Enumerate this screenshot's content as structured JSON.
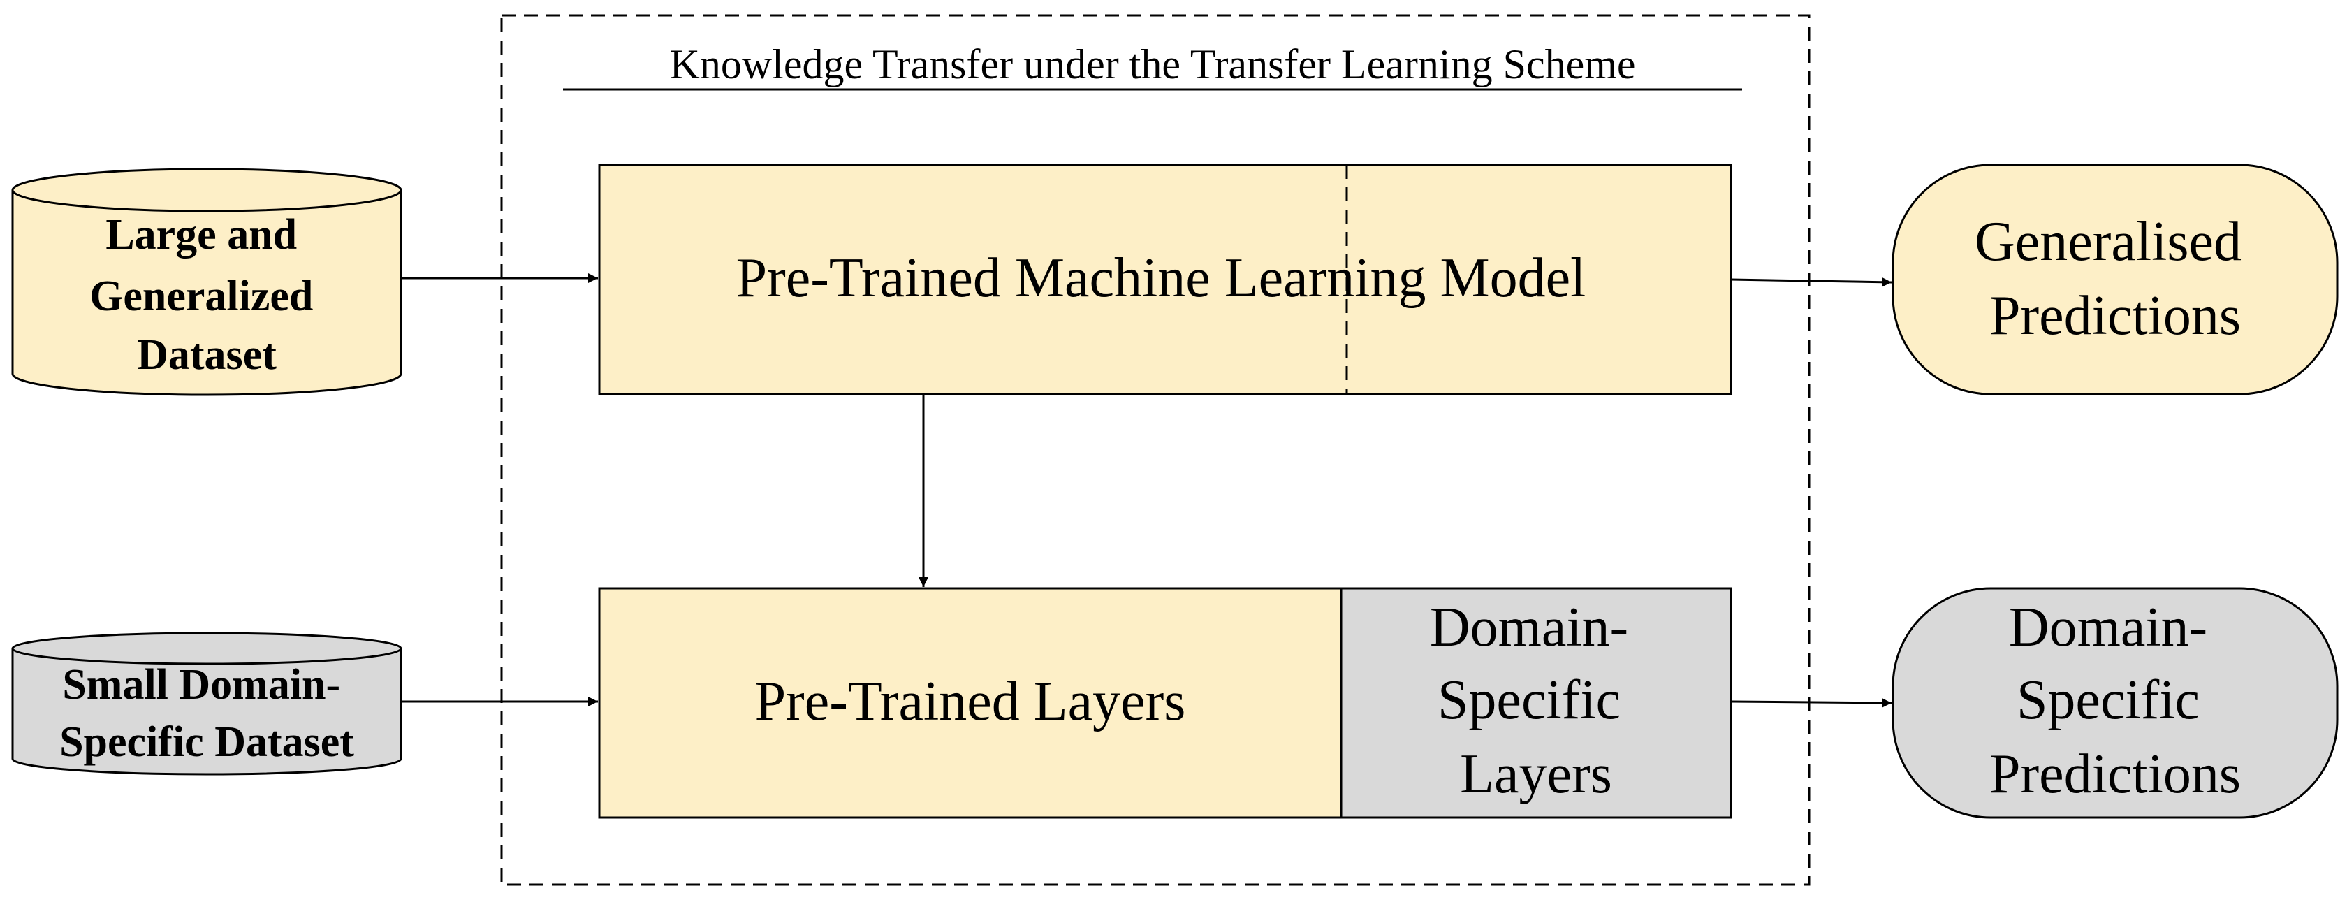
{
  "title": "Knowledge Transfer under the Transfer Learning Scheme",
  "colors": {
    "pretrained_fill": "#fdefc7",
    "domain_fill": "#d9d9d9",
    "stroke": "#000000",
    "background": "#ffffff"
  },
  "inputs": {
    "large_dataset": {
      "lines": [
        "Large and",
        "Generalized",
        "Dataset"
      ]
    },
    "small_dataset": {
      "lines": [
        "Small Domain-",
        "Specific Dataset"
      ]
    }
  },
  "models": {
    "pretrained_model": {
      "label": "Pre-Trained Machine Learning Model"
    },
    "pretrained_layers": {
      "label": "Pre-Trained Layers"
    },
    "domain_layers": {
      "lines": [
        "Domain-",
        "Specific",
        "Layers"
      ]
    }
  },
  "outputs": {
    "generalised_predictions": {
      "lines": [
        "Generalised",
        "Predictions"
      ]
    },
    "domain_predictions": {
      "lines": [
        "Domain-",
        "Specific",
        "Predictions"
      ]
    }
  }
}
